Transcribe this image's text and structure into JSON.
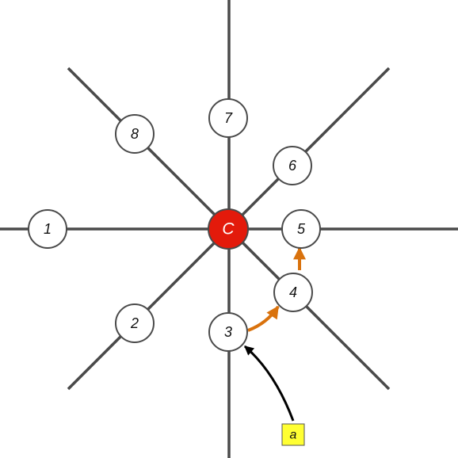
{
  "center": {
    "label": "C",
    "color": "#e31a0b"
  },
  "nodes": [
    {
      "label": "1"
    },
    {
      "label": "2"
    },
    {
      "label": "3"
    },
    {
      "label": "4"
    },
    {
      "label": "5"
    },
    {
      "label": "6"
    },
    {
      "label": "7"
    },
    {
      "label": "8"
    }
  ],
  "tag": {
    "label": "a",
    "color": "#ffff33"
  },
  "colors": {
    "spoke": "#4a4a4a",
    "path_arrow": "#d9720d",
    "pointer_arrow": "#000000"
  }
}
